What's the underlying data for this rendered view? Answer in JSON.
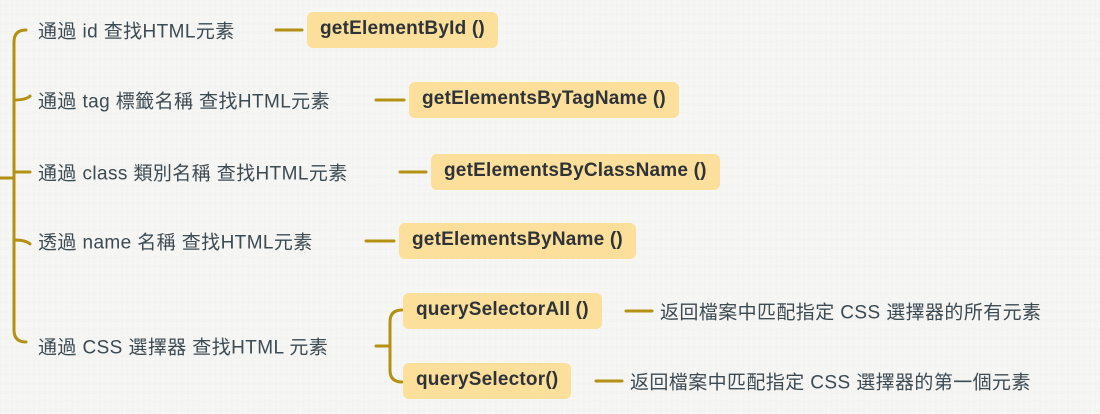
{
  "diagram": {
    "type": "mind-map",
    "title": "JavaScript HTML DOM element lookup methods",
    "colors": {
      "background": "#f7f7f5",
      "connector": "#b49113",
      "badge_background": "#fbdf9b",
      "badge_text": "#2f3338",
      "label_text": "#3c4a52"
    },
    "branches": [
      {
        "label": "通過 id 查找HTML元素",
        "method": "getElementById ()",
        "description": ""
      },
      {
        "label": "通過 tag 標籤名稱 查找HTML元素",
        "method": "getElementsByTagName ()",
        "description": ""
      },
      {
        "label": "通過 class 類別名稱 查找HTML元素",
        "method": "getElementsByClassName ()",
        "description": ""
      },
      {
        "label": "透過 name 名稱 查找HTML元素",
        "method": "getElementsByName ()",
        "description": ""
      },
      {
        "label": "通過 CSS 選擇器 查找HTML 元素",
        "children": [
          {
            "method": "querySelectorAll ()",
            "description": "返回檔案中匹配指定 CSS 選擇器的所有元素"
          },
          {
            "method": "querySelector()",
            "description": "返回檔案中匹配指定 CSS 選擇器的第一個元素"
          }
        ]
      }
    ]
  }
}
